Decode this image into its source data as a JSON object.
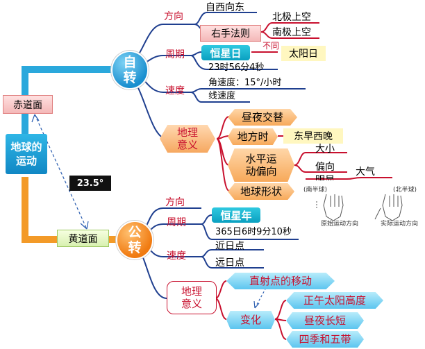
{
  "center": {
    "title": "地球的\n运动"
  },
  "equator": {
    "label": "赤道面"
  },
  "ecliptic": {
    "label": "黄道面"
  },
  "angle": {
    "label": "23.5°"
  },
  "rotation": {
    "label": "自\n转",
    "direction": {
      "label": "方向",
      "value": "自西向东",
      "rule": "右手法则",
      "north": "北极上空",
      "south": "南极上空"
    },
    "period": {
      "label": "周期",
      "sidereal": "恒星日",
      "diff": "不同",
      "solar": "太阳日",
      "value": "23时56分4秒"
    },
    "speed": {
      "label": "速度",
      "angular": "角速度：15°/小时",
      "linear": "线速度"
    },
    "significance": {
      "label": "地理\n意义",
      "daynight": "昼夜交替",
      "localtime": "地方时",
      "localtime_note": "东早西晚",
      "deflection": "水平运\n动偏向",
      "def_size": "大小",
      "def_dir": "偏向",
      "def_partial": "明显",
      "atmosphere": "大气",
      "shape": "地球形状"
    },
    "hands": {
      "south": "(南半球)",
      "north": "(北半球)",
      "orig": "原始运动方向",
      "actual": "实际运动方向"
    }
  },
  "revolution": {
    "label": "公\n转",
    "direction": {
      "label": "方向"
    },
    "period": {
      "label": "周期",
      "sidereal": "恒星年",
      "value": "365日6时9分10秒"
    },
    "speed": {
      "label": "速度",
      "perihelion": "近日点",
      "aphelion": "远日点"
    },
    "significance": {
      "label": "地理\n意义",
      "subsolar": "直射点的移动",
      "change": "变化",
      "noon": "正午太阳高度",
      "daylength": "昼夜长短",
      "seasons": "四季和五带"
    }
  }
}
